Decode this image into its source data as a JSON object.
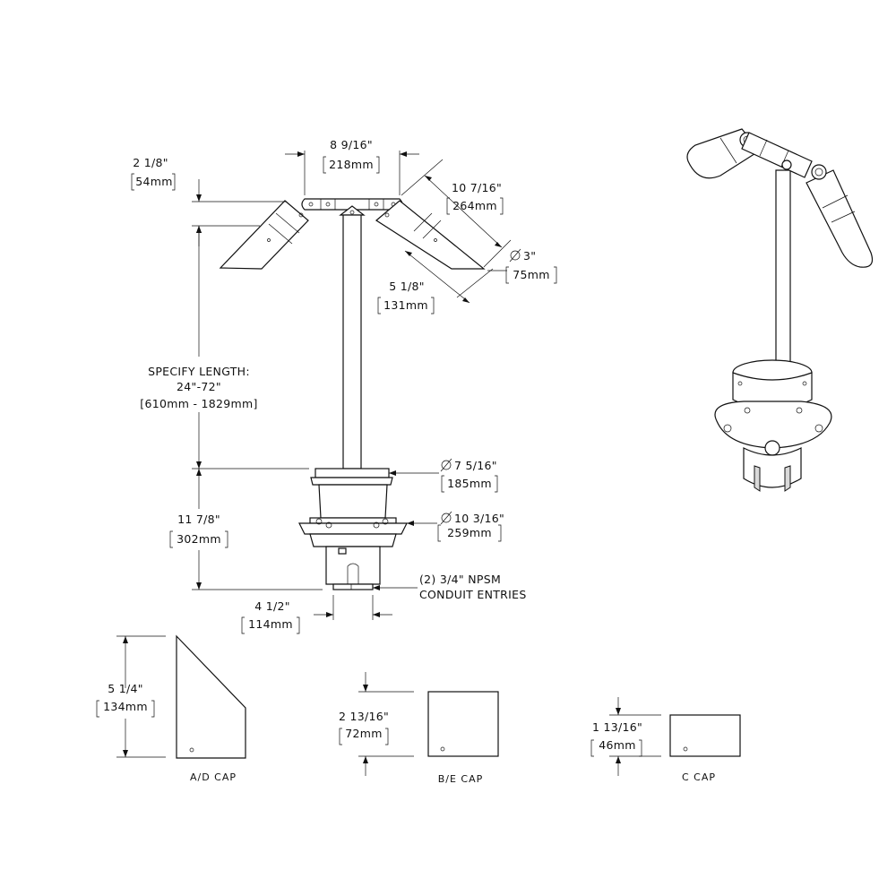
{
  "dimensions": {
    "arm_width_in": "8 9/16\"",
    "arm_width_mm": "218mm",
    "arm_height_in": "2 1/8\"",
    "arm_height_mm": "54mm",
    "head_length_in": "10 7/16\"",
    "head_length_mm": "264mm",
    "head_diameter_in": "3\"",
    "head_diameter_mm": "75mm",
    "head_offset_in": "5 1/8\"",
    "head_offset_mm": "131mm",
    "stem_length_title": "SPECIFY LENGTH:",
    "stem_length_in": "24\"-72\"",
    "stem_length_mm": "[610mm - 1829mm]",
    "flange_diameter_in": "7 5/16\"",
    "flange_diameter_mm": "185mm",
    "base_diameter_in": "10 3/16\"",
    "base_diameter_mm": "259mm",
    "base_height_in": "11 7/8\"",
    "base_height_mm": "302mm",
    "conduit_line1": "(2) 3/4\" NPSM",
    "conduit_line2": "CONDUIT ENTRIES",
    "base_bottom_width_in": "4 1/2\"",
    "base_bottom_width_mm": "114mm"
  },
  "caps": [
    {
      "name": "A/D CAP",
      "height_in": "5 1/4\"",
      "height_mm": "134mm"
    },
    {
      "name": "B/E CAP",
      "height_in": "2 13/16\"",
      "height_mm": "72mm"
    },
    {
      "name": "C CAP",
      "height_in": "1 13/16\"",
      "height_mm": "46mm"
    }
  ]
}
